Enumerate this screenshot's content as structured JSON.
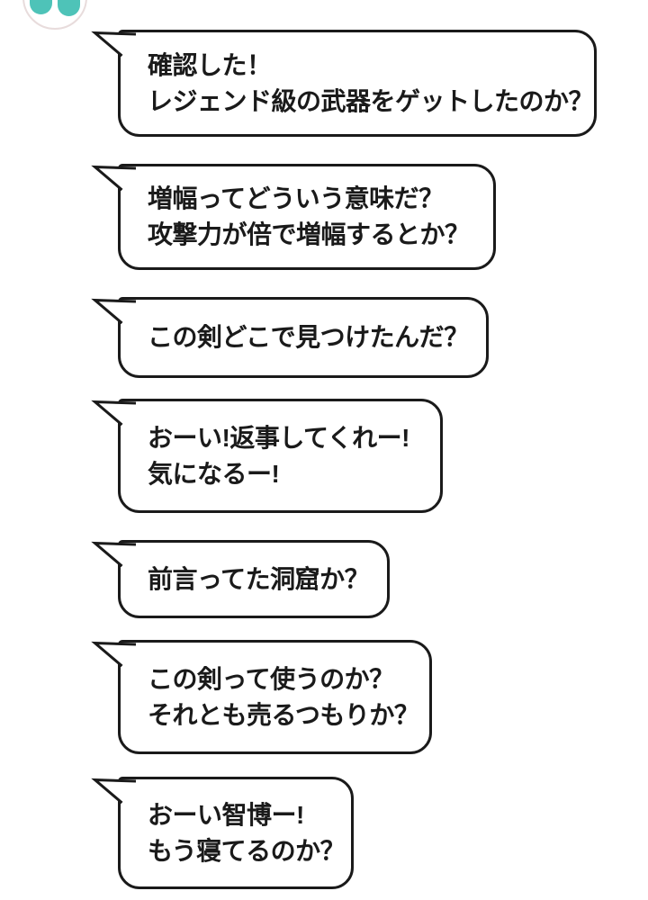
{
  "app": {
    "kind": "chat-conversation"
  },
  "colors": {
    "background": "#ffffff",
    "bubble_background": "#ffffff",
    "bubble_border": "#1a1a1a",
    "text": "#1a1a1a",
    "avatar_icon_teal": "#4ec3b8",
    "avatar_ring": "#e8dcdc"
  },
  "avatar": {
    "icon": "contact-avatar-icon",
    "visible": "partially cropped at top edge"
  },
  "messages": [
    {
      "lines": [
        "確認した！",
        "レジェンド級の武器をゲットしたのか？"
      ]
    },
    {
      "lines": [
        "増幅ってどういう意味だ？",
        "攻撃力が倍で増幅するとか？"
      ]
    },
    {
      "lines": [
        "この剣どこで見つけたんだ？"
      ]
    },
    {
      "lines": [
        "おーい!返事してくれー!",
        "気になるー!"
      ]
    },
    {
      "lines": [
        "前言ってた洞窟か？"
      ]
    },
    {
      "lines": [
        "この剣って使うのか？",
        "それとも売るつもりか？"
      ]
    },
    {
      "lines": [
        "おーい智博ー!",
        "もう寝てるのか？"
      ]
    }
  ]
}
